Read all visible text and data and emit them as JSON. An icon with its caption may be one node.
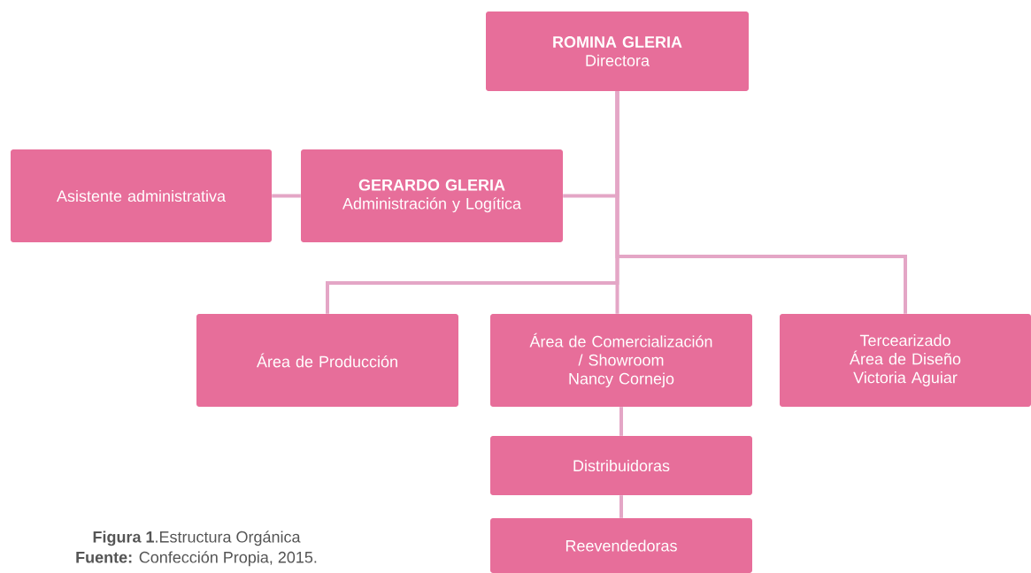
{
  "diagram": {
    "caption": "**Figura 1**.Estructura Orgánica",
    "nodes": [
      {
        "text": [
          "ROMINA GLERIA",
          "Directora"
        ]
      },
      {
        "text": [
          "Asistente administrativa"
        ]
      },
      {
        "text": [
          "GERARDO GLERIA",
          "Administración y Logítica"
        ]
      },
      {
        "text": [
          "Área de Producción"
        ]
      },
      {
        "text": [
          "Área de Comercialización / Showroom",
          "Nancy Cornejo"
        ]
      },
      {
        "text": [
          "Tercearizado",
          "Área de Diseño",
          "Victoria Aguiar"
        ]
      },
      {
        "text": [
          "Distribuidoras"
        ]
      },
      {
        "text": [
          "Reevendedoras"
        ]
      }
    ],
    "edges": [
      {
        "from": 0,
        "to": 2,
        "arrow": "none"
      },
      {
        "from": 2,
        "to": 1,
        "arrow": "none"
      },
      {
        "from": 0,
        "to": 3,
        "arrow": "none"
      },
      {
        "from": 0,
        "to": 4,
        "arrow": "none"
      },
      {
        "from": 0,
        "to": 5,
        "arrow": "none"
      },
      {
        "from": 4,
        "to": 6,
        "arrow": "none"
      },
      {
        "from": 6,
        "to": 7,
        "arrow": "none"
      }
    ],
    "labels": [
      "**Fuente:** Confección Propia, 2015."
    ]
  }
}
